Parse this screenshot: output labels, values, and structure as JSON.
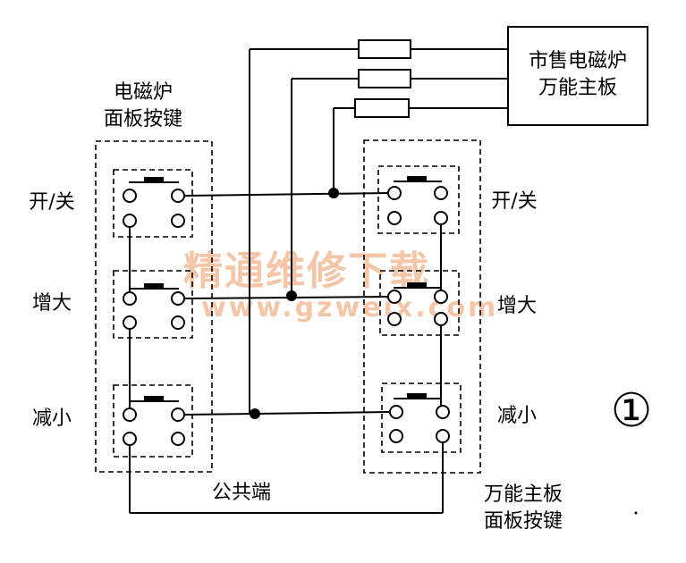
{
  "labels": {
    "left_panel_line1": "电磁炉",
    "left_panel_line2": "面板按键",
    "mainboard_line1": "市售电磁炉",
    "mainboard_line2": "万能主板",
    "right_panel_line1": "万能主板",
    "right_panel_line2": "面板按键",
    "common": "公共端",
    "figure_number": "①"
  },
  "left_keys": [
    "开/关",
    "增大",
    "减小"
  ],
  "right_keys": [
    "开/关",
    "增大",
    "减小"
  ],
  "watermark": {
    "cn": "精通维修下载",
    "url": "www.gzweix.com"
  }
}
